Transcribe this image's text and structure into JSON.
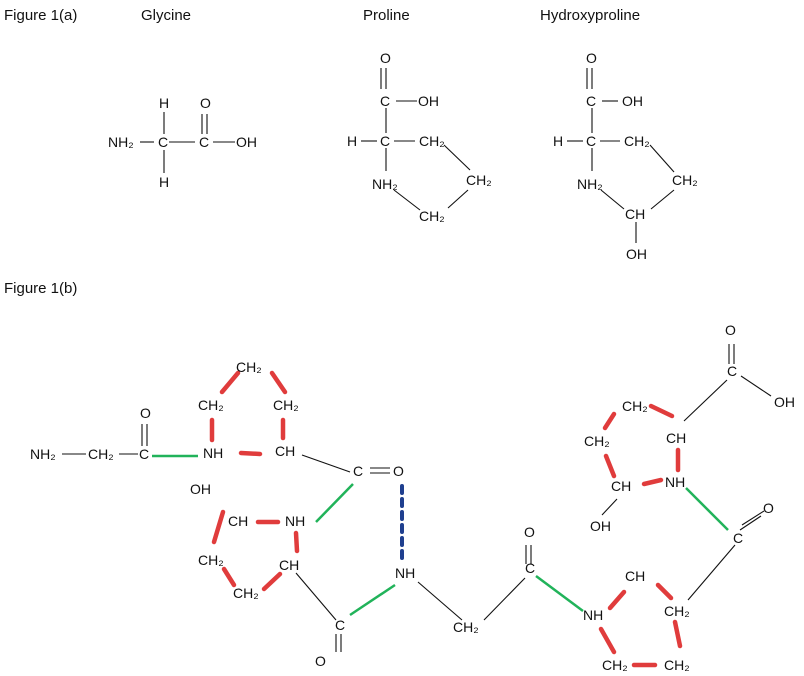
{
  "figure_1a": {
    "label": "Figure 1(a)",
    "titles": {
      "glycine": "Glycine",
      "proline": "Proline",
      "hydroxyproline": "Hydroxyproline"
    }
  },
  "figure_1b": {
    "label": "Figure 1(b)"
  },
  "atoms": {
    "H": "H",
    "C": "C",
    "O": "O",
    "OH": "OH",
    "NH2": "NH₂",
    "NH": "NH",
    "CH": "CH",
    "CH2": "CH₂"
  },
  "colors": {
    "peptide_bond": "#21b35a",
    "ring_bond": "#e03c3c",
    "hydrogen_bond": "#1f3f8f"
  }
}
